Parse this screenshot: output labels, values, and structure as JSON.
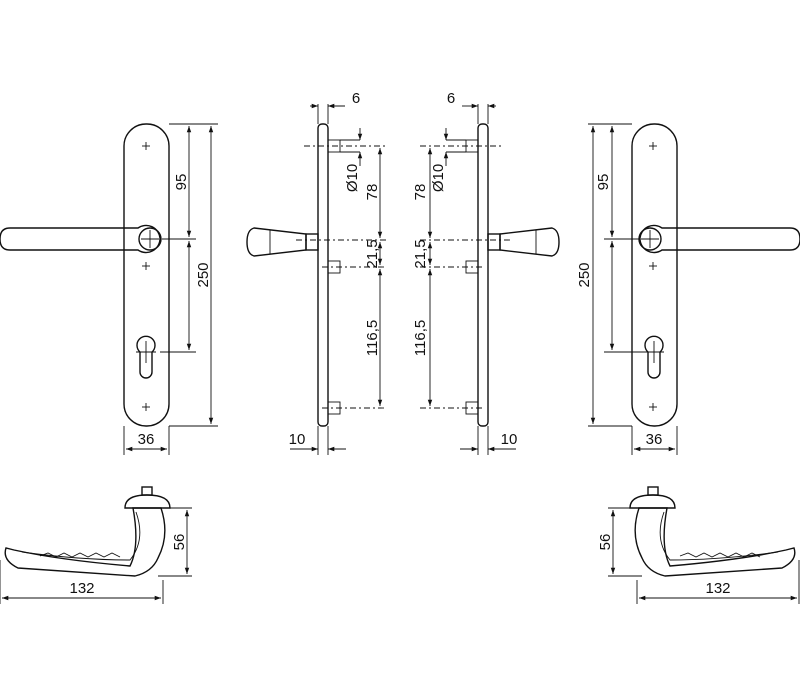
{
  "dimensions": {
    "plate_length": "250",
    "plate_width": "36",
    "handle_to_top_screw": "95",
    "handle_projection": "56",
    "handle_length": "132",
    "plate_thickness": "10",
    "spindle_offset": "6",
    "spindle_diameter": "Ø10",
    "top_to_spindle": "78",
    "spindle_to_screw": "21,5",
    "screw_to_bottom_screw": "116,5"
  }
}
